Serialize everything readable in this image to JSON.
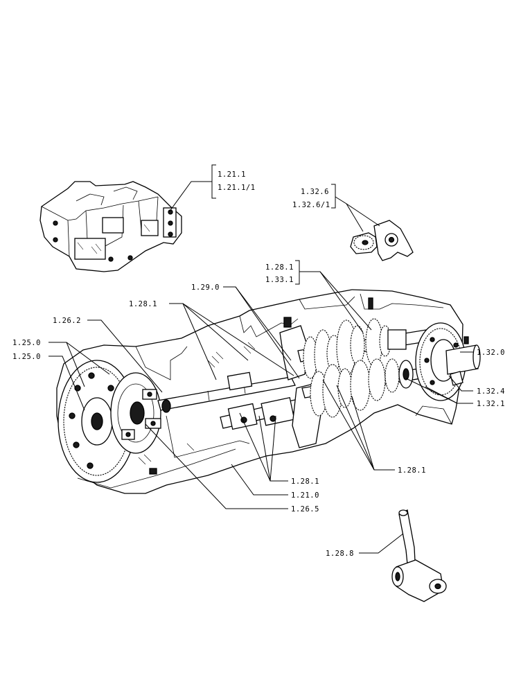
{
  "callouts": {
    "c_1_21_1": "1.21.1",
    "c_1_21_1_1": "1.21.1/1",
    "c_1_32_6": "1.32.6",
    "c_1_32_6_1": "1.32.6/1",
    "c_1_28_1_top": "1.28.1",
    "c_1_33_1": "1.33.1",
    "c_1_29_0": "1.29.0",
    "c_1_28_1_left": "1.28.1",
    "c_1_26_2": "1.26.2",
    "c_1_25_0_a": "1.25.0",
    "c_1_25_0_b": "1.25.0",
    "c_1_32_0": "1.32.0",
    "c_1_32_4": "1.32.4",
    "c_1_32_1": "1.32.1",
    "c_1_28_1_right": "1.28.1",
    "c_1_28_1_bottom": "1.28.1",
    "c_1_21_0": "1.21.0",
    "c_1_26_5": "1.26.5",
    "c_1_28_8": "1.28.8"
  }
}
